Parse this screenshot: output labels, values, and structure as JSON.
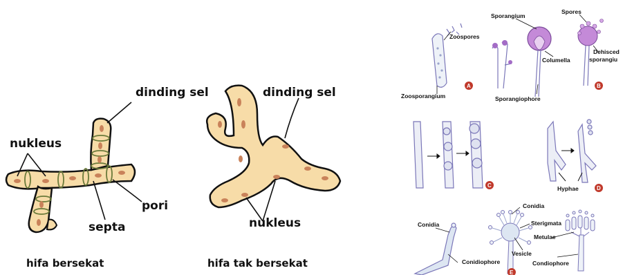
{
  "left_figure": {
    "dinding_sel_1": "dinding sel",
    "nukleus_1": "nukleus",
    "pori": "pori",
    "septa": "septa",
    "caption_1": "hifa bersekat",
    "dinding_sel_2": "dinding sel",
    "nukleus_2": "nukleus",
    "caption_2": "hifa tak bersekat"
  },
  "right_figure": {
    "zoospores": "Zoospores",
    "zoosporangium": "Zoosporangium",
    "sporangium": "Sporangium",
    "columella": "Columella",
    "sporangiophore": "Sporangiophore",
    "spores": "Spores",
    "dehisced": "Dehisced",
    "sporangium_trunc": "sporangiu",
    "hyphae": "Hyphae",
    "conidia_1": "Conidia",
    "conidiophore_1": "Conidiophore",
    "conidia_2": "Conidia",
    "sterigmata": "Sterigmata",
    "vesicle": "Vesicle",
    "metulae": "Metulae",
    "condiophore_2": "Condiophore",
    "badge_a": "A",
    "badge_b": "B",
    "badge_c": "C",
    "badge_d": "D",
    "badge_e": "E"
  },
  "colors": {
    "hypha_fill": "#f7dca8",
    "nucleus": "#c9825a",
    "outline": "#111111",
    "sketch": "#7a76b8",
    "sporangium": "#b070c8",
    "badge": "#c0392b"
  }
}
